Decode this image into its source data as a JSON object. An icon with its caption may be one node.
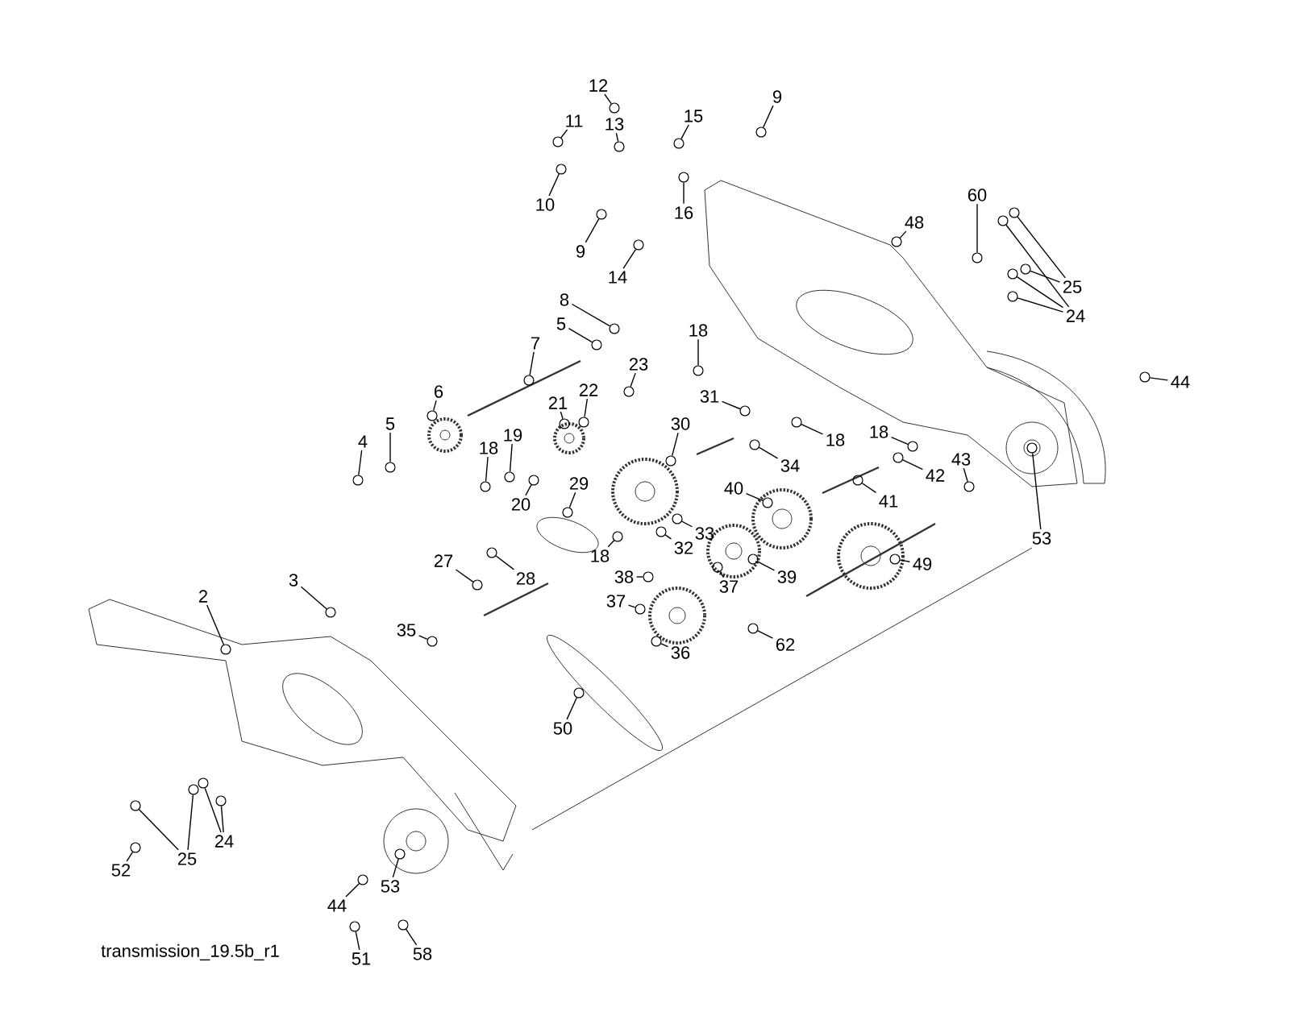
{
  "diagram": {
    "nodes": [
      {
        "text": [
          "12"
        ]
      },
      {
        "text": [
          "11"
        ]
      },
      {
        "text": [
          "13"
        ]
      },
      {
        "text": [
          "15"
        ]
      },
      {
        "text": [
          "9"
        ]
      },
      {
        "text": [
          "10"
        ]
      },
      {
        "text": [
          "16"
        ]
      },
      {
        "text": [
          "9"
        ]
      },
      {
        "text": [
          "14"
        ]
      },
      {
        "text": [
          "48"
        ]
      },
      {
        "text": [
          "60"
        ]
      },
      {
        "text": [
          "25"
        ]
      },
      {
        "text": [
          "24"
        ]
      },
      {
        "text": [
          "8"
        ]
      },
      {
        "text": [
          "5"
        ]
      },
      {
        "text": [
          "18"
        ]
      },
      {
        "text": [
          "7"
        ]
      },
      {
        "text": [
          "23"
        ]
      },
      {
        "text": [
          "22"
        ]
      },
      {
        "text": [
          "21"
        ]
      },
      {
        "text": [
          "6"
        ]
      },
      {
        "text": [
          "30"
        ]
      },
      {
        "text": [
          "31"
        ]
      },
      {
        "text": [
          "44"
        ]
      },
      {
        "text": [
          "5"
        ]
      },
      {
        "text": [
          "4"
        ]
      },
      {
        "text": [
          "19"
        ]
      },
      {
        "text": [
          "18"
        ]
      },
      {
        "text": [
          "18"
        ]
      },
      {
        "text": [
          "18"
        ]
      },
      {
        "text": [
          "34"
        ]
      },
      {
        "text": [
          "42"
        ]
      },
      {
        "text": [
          "43"
        ]
      },
      {
        "text": [
          "20"
        ]
      },
      {
        "text": [
          "29"
        ]
      },
      {
        "text": [
          "41"
        ]
      },
      {
        "text": [
          "40"
        ]
      },
      {
        "text": [
          "33"
        ]
      },
      {
        "text": [
          "53"
        ]
      },
      {
        "text": [
          "32"
        ]
      },
      {
        "text": [
          "18"
        ]
      },
      {
        "text": [
          "27"
        ]
      },
      {
        "text": [
          "49"
        ]
      },
      {
        "text": [
          "38"
        ]
      },
      {
        "text": [
          "39"
        ]
      },
      {
        "text": [
          "28"
        ]
      },
      {
        "text": [
          "3"
        ]
      },
      {
        "text": [
          "37"
        ]
      },
      {
        "text": [
          "2"
        ]
      },
      {
        "text": [
          "37"
        ]
      },
      {
        "text": [
          "35"
        ]
      },
      {
        "text": [
          "62"
        ]
      },
      {
        "text": [
          "36"
        ]
      },
      {
        "text": [
          "50"
        ]
      },
      {
        "text": [
          "24"
        ]
      },
      {
        "text": [
          "25"
        ]
      },
      {
        "text": [
          "52"
        ]
      },
      {
        "text": [
          "53"
        ]
      },
      {
        "text": [
          "44"
        ]
      },
      {
        "text": [
          "58"
        ]
      },
      {
        "text": [
          "51"
        ]
      },
      {
        "text": [],
        "shape": "circle"
      },
      {
        "text": [],
        "shape": "circle"
      },
      {
        "text": [],
        "shape": "circle"
      },
      {
        "text": [],
        "shape": "circle"
      },
      {
        "text": [],
        "shape": "circle"
      },
      {
        "text": [],
        "shape": "circle"
      },
      {
        "text": [],
        "shape": "circle"
      },
      {
        "text": [],
        "shape": "circle"
      },
      {
        "text": [],
        "shape": "circle"
      },
      {
        "text": [],
        "shape": "circle"
      },
      {
        "text": [],
        "shape": "circle"
      },
      {
        "text": [],
        "shape": "circle"
      },
      {
        "text": [],
        "shape": "circle"
      },
      {
        "text": [],
        "shape": "circle"
      },
      {
        "text": [],
        "shape": "circle"
      },
      {
        "text": [],
        "shape": "circle"
      },
      {
        "text": [],
        "shape": "circle"
      },
      {
        "text": [],
        "shape": "circle"
      },
      {
        "text": [],
        "shape": "circle"
      },
      {
        "text": [],
        "shape": "circle"
      },
      {
        "text": [],
        "shape": "circle"
      },
      {
        "text": [],
        "shape": "circle"
      },
      {
        "text": [],
        "shape": "circle"
      },
      {
        "text": [],
        "shape": "circle"
      },
      {
        "text": [],
        "shape": "circle"
      },
      {
        "text": [],
        "shape": "circle"
      },
      {
        "text": [],
        "shape": "circle"
      },
      {
        "text": [],
        "shape": "circle"
      },
      {
        "text": [],
        "shape": "circle"
      },
      {
        "text": [],
        "shape": "circle"
      },
      {
        "text": [],
        "shape": "circle"
      },
      {
        "text": [],
        "shape": "circle"
      },
      {
        "text": [],
        "shape": "circle"
      },
      {
        "text": [],
        "shape": "circle"
      },
      {
        "text": [],
        "shape": "circle"
      },
      {
        "text": [],
        "shape": "circle"
      },
      {
        "text": [],
        "shape": "circle"
      },
      {
        "text": [],
        "shape": "circle"
      },
      {
        "text": [],
        "shape": "circle"
      },
      {
        "text": [],
        "shape": "circle"
      },
      {
        "text": [],
        "shape": "circle"
      },
      {
        "text": [],
        "shape": "circle"
      },
      {
        "text": [],
        "shape": "circle"
      },
      {
        "text": [],
        "shape": "circle"
      },
      {
        "text": [],
        "shape": "circle"
      },
      {
        "text": [],
        "shape": "circle"
      },
      {
        "text": [],
        "shape": "circle"
      },
      {
        "text": [],
        "shape": "circle"
      },
      {
        "text": [],
        "shape": "circle"
      },
      {
        "text": [],
        "shape": "circle"
      },
      {
        "text": [],
        "shape": "circle"
      },
      {
        "text": [],
        "shape": "circle"
      },
      {
        "text": [],
        "shape": "circle"
      },
      {
        "text": [],
        "shape": "circle"
      },
      {
        "text": [],
        "shape": "circle"
      },
      {
        "text": [],
        "shape": "circle"
      },
      {
        "text": [],
        "shape": "circle"
      },
      {
        "text": [],
        "shape": "circle"
      },
      {
        "text": [],
        "shape": "circle"
      },
      {
        "text": [],
        "shape": "circle"
      },
      {
        "text": [],
        "shape": "circle"
      },
      {
        "text": [],
        "shape": "circle"
      },
      {
        "text": [],
        "shape": "circle"
      },
      {
        "text": [],
        "shape": "circle"
      },
      {
        "text": [],
        "shape": "circle"
      },
      {
        "text": [],
        "shape": "circle"
      }
    ],
    "edges": [
      {
        "from": 0,
        "to": 61,
        "arrow": "none"
      },
      {
        "from": 1,
        "to": 62,
        "arrow": "none"
      },
      {
        "from": 2,
        "to": 63,
        "arrow": "none"
      },
      {
        "from": 3,
        "to": 64,
        "arrow": "none"
      },
      {
        "from": 4,
        "to": 65,
        "arrow": "none"
      },
      {
        "from": 5,
        "to": 66,
        "arrow": "none"
      },
      {
        "from": 6,
        "to": 67,
        "arrow": "none"
      },
      {
        "from": 7,
        "to": 68,
        "arrow": "none"
      },
      {
        "from": 8,
        "to": 69,
        "arrow": "none"
      },
      {
        "from": 9,
        "to": 70,
        "arrow": "none"
      },
      {
        "from": 10,
        "to": 71,
        "arrow": "none"
      },
      {
        "from": 11,
        "to": 72,
        "arrow": "none"
      },
      {
        "from": 11,
        "to": 73,
        "arrow": "none"
      },
      {
        "from": 12,
        "to": 74,
        "arrow": "none"
      },
      {
        "from": 12,
        "to": 75,
        "arrow": "none"
      },
      {
        "from": 12,
        "to": 76,
        "arrow": "none"
      },
      {
        "from": 13,
        "to": 77,
        "arrow": "none"
      },
      {
        "from": 14,
        "to": 78,
        "arrow": "none"
      },
      {
        "from": 15,
        "to": 79,
        "arrow": "none"
      },
      {
        "from": 16,
        "to": 80,
        "arrow": "none"
      },
      {
        "from": 17,
        "to": 81,
        "arrow": "none"
      },
      {
        "from": 18,
        "to": 82,
        "arrow": "none"
      },
      {
        "from": 19,
        "to": 83,
        "arrow": "none"
      },
      {
        "from": 20,
        "to": 84,
        "arrow": "none"
      },
      {
        "from": 21,
        "to": 85,
        "arrow": "none"
      },
      {
        "from": 22,
        "to": 86,
        "arrow": "none"
      },
      {
        "from": 23,
        "to": 87,
        "arrow": "none"
      },
      {
        "from": 24,
        "to": 88,
        "arrow": "none"
      },
      {
        "from": 25,
        "to": 89,
        "arrow": "none"
      },
      {
        "from": 26,
        "to": 90,
        "arrow": "none"
      },
      {
        "from": 27,
        "to": 91,
        "arrow": "none"
      },
      {
        "from": 28,
        "to": 92,
        "arrow": "none"
      },
      {
        "from": 29,
        "to": 93,
        "arrow": "none"
      },
      {
        "from": 30,
        "to": 94,
        "arrow": "none"
      },
      {
        "from": 31,
        "to": 95,
        "arrow": "none"
      },
      {
        "from": 32,
        "to": 96,
        "arrow": "none"
      },
      {
        "from": 33,
        "to": 97,
        "arrow": "none"
      },
      {
        "from": 34,
        "to": 98,
        "arrow": "none"
      },
      {
        "from": 35,
        "to": 99,
        "arrow": "none"
      },
      {
        "from": 36,
        "to": 100,
        "arrow": "none"
      },
      {
        "from": 37,
        "to": 101,
        "arrow": "none"
      },
      {
        "from": 38,
        "to": 102,
        "arrow": "none"
      },
      {
        "from": 39,
        "to": 103,
        "arrow": "none"
      },
      {
        "from": 40,
        "to": 104,
        "arrow": "none"
      },
      {
        "from": 41,
        "to": 105,
        "arrow": "none"
      },
      {
        "from": 42,
        "to": 106,
        "arrow": "none"
      },
      {
        "from": 43,
        "to": 107,
        "arrow": "none"
      },
      {
        "from": 44,
        "to": 108,
        "arrow": "none"
      },
      {
        "from": 45,
        "to": 109,
        "arrow": "none"
      },
      {
        "from": 46,
        "to": 110,
        "arrow": "none"
      },
      {
        "from": 47,
        "to": 111,
        "arrow": "none"
      },
      {
        "from": 48,
        "to": 112,
        "arrow": "none"
      },
      {
        "from": 49,
        "to": 113,
        "arrow": "none"
      },
      {
        "from": 50,
        "to": 114,
        "arrow": "none"
      },
      {
        "from": 51,
        "to": 115,
        "arrow": "none"
      },
      {
        "from": 52,
        "to": 116,
        "arrow": "none"
      },
      {
        "from": 53,
        "to": 117,
        "arrow": "none"
      },
      {
        "from": 54,
        "to": 118,
        "arrow": "none"
      },
      {
        "from": 54,
        "to": 119,
        "arrow": "none"
      },
      {
        "from": 55,
        "to": 120,
        "arrow": "none"
      },
      {
        "from": 55,
        "to": 121,
        "arrow": "none"
      },
      {
        "from": 56,
        "to": 122,
        "arrow": "none"
      },
      {
        "from": 57,
        "to": 123,
        "arrow": "none"
      },
      {
        "from": 58,
        "to": 124,
        "arrow": "none"
      },
      {
        "from": 59,
        "to": 125,
        "arrow": "none"
      },
      {
        "from": 60,
        "to": 126,
        "arrow": "none"
      }
    ],
    "labels": [
      "transmission_19.5b_r1"
    ]
  }
}
